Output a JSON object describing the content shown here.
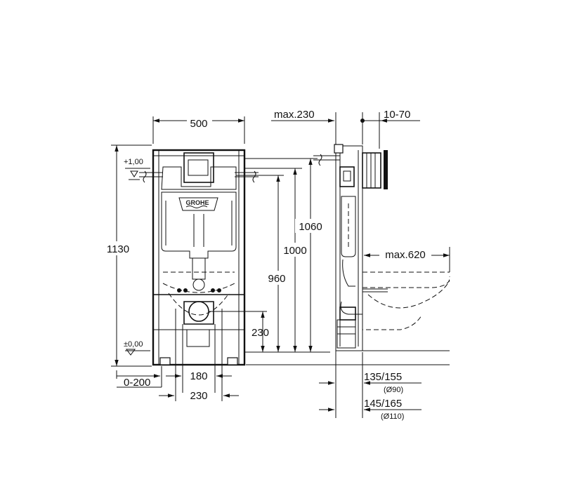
{
  "front_view": {
    "width_label": "500",
    "total_height_label": "1130",
    "level_top_label": "+1,00",
    "level_zero_label": "±0,00",
    "height_1060_label": "1060",
    "height_1000_label": "1000",
    "height_960_label": "960",
    "outlet_height_label": "230",
    "adjust_range_label": "0-200",
    "spacing_180_label": "180",
    "spacing_230_label": "230",
    "brand_logo": "GROHE"
  },
  "side_view": {
    "depth_label": "max.230",
    "wall_adjust_label": "10-70",
    "bowl_projection_label": "max.620",
    "pipe_90_label": "135/155",
    "pipe_90_diameter": "(Ø90)",
    "pipe_110_label": "145/165",
    "pipe_110_diameter": "(Ø110)"
  }
}
